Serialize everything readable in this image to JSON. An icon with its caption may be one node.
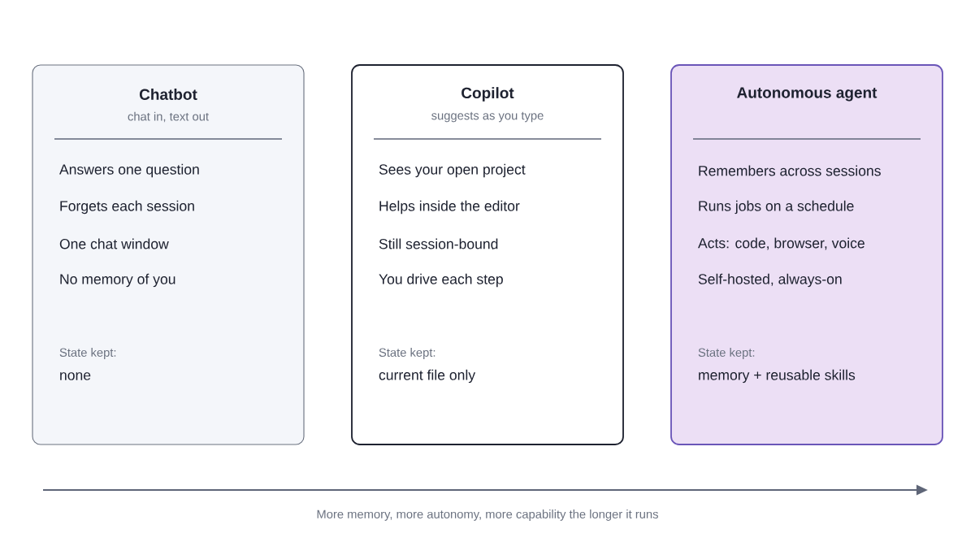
{
  "diagram": {
    "nodes": [
      {
        "text": [
          "Chatbot",
          "chat in, text out",
          "Answers one question",
          "Forgets each session",
          "One chat window",
          "No memory of you",
          "State kept:",
          "none"
        ]
      },
      {
        "text": [
          "Copilot",
          "suggests as you type",
          "Sees your open project",
          "Helps inside the editor",
          "Still session-bound",
          "You drive each step",
          "State kept:",
          "current file only"
        ]
      },
      {
        "text": [
          "Autonomous agent",
          "Remembers across sessions",
          "Runs jobs on a schedule",
          "Acts: code, browser, voice",
          "Self-hosted, always-on",
          "State kept:",
          "memory + reusable skills"
        ]
      }
    ],
    "edges": [],
    "labels": [
      "More memory, more autonomy, more capability the longer it runs"
    ]
  }
}
